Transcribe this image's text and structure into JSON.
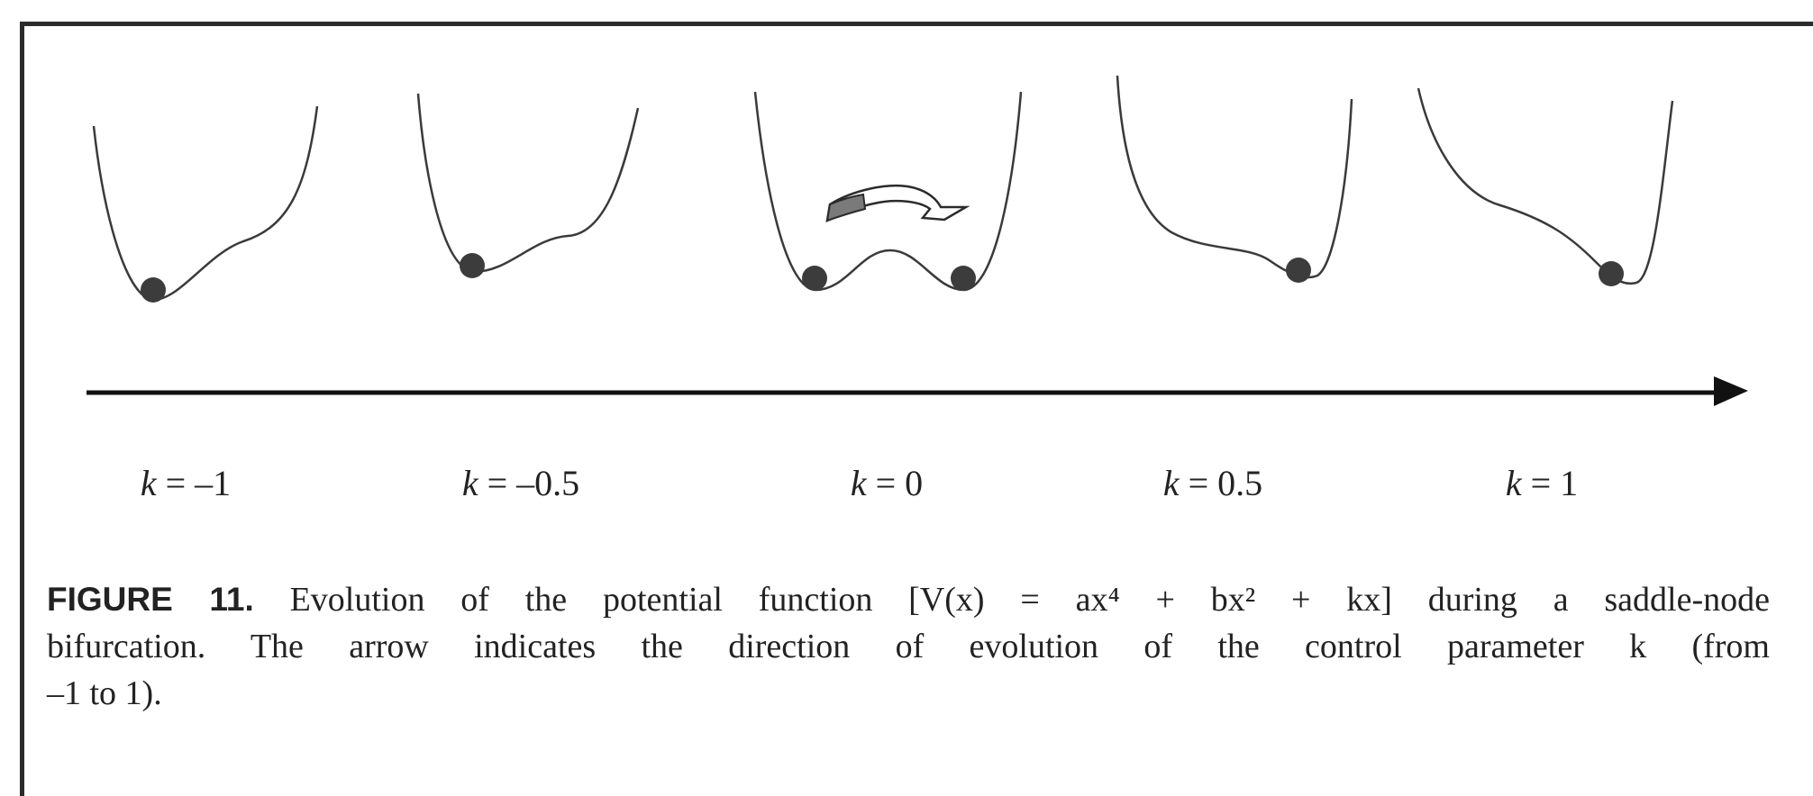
{
  "labels": {
    "k_neg1": "k = –1",
    "k_neg05": "k = –0.5",
    "k_0": "k = 0",
    "k_05": "k = 0.5",
    "k_1": "k = 1"
  },
  "caption": {
    "lead": "FIGURE 11.",
    "line1": " Evolution of the potential function [V(x) = ax⁴ + bx² + kx] during a saddle-node",
    "line2": "bifurcation. The arrow indicates the direction of evolution of the control parameter k (from",
    "line3": "–1 to 1)."
  },
  "colors": {
    "curve": "#3a3a3a",
    "ball": "#3c3c3c",
    "axis": "#111111",
    "jump_arrow_fill": "#7a7a7a"
  },
  "icons": {
    "jump_arrow": "curved-arrow-icon",
    "axis_arrow": "arrow-right-icon"
  }
}
